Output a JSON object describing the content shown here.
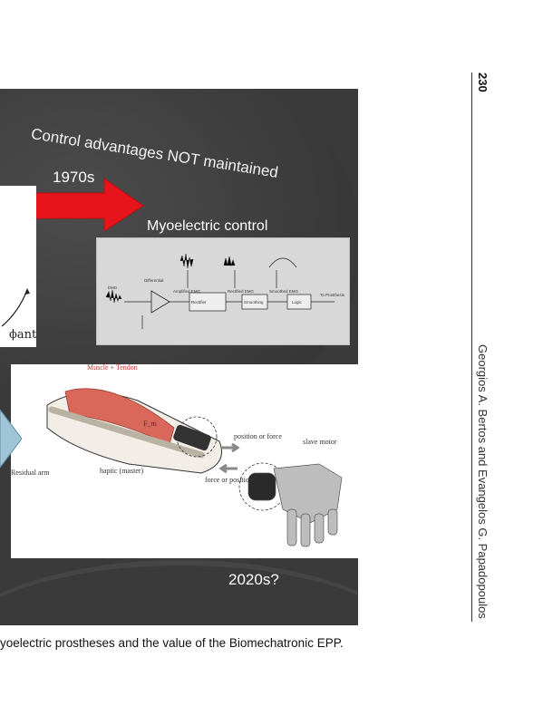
{
  "slide": {
    "control_text": "Control advantages NOT maintained",
    "year_1970": "1970s",
    "myo_title": "Myoelectric control",
    "phi_label": "ϕant",
    "year_2020": "2020s?",
    "diagram_labels": {
      "muscle_tendon": "Muscle + Tendon",
      "position_force": "position or force",
      "slave_motor": "slave motor",
      "residual_arm": "Residual arm",
      "haptic_master": "haptic (master)",
      "force_position": "force or position",
      "f_label": "F_m"
    },
    "block_labels": [
      "EMG",
      "Differential Amplifier",
      "Amplified EMG",
      "Rectifier",
      "Rectified EMG",
      "Smoothing",
      "Smoothed EMG",
      "Logic",
      "To Prosthesis"
    ]
  },
  "caption": "yoelectric prostheses and the value of the Biomechatronic EPP.",
  "page_number": "230",
  "running_head": "Georgios A. Bertos and Evangelos G. Papadopoulos",
  "colors": {
    "slide_bg": "#3a3a3a",
    "arrow_red": "#e8141c",
    "arrow_blue": "#3b5aa8",
    "muscle": "#d9675a"
  }
}
